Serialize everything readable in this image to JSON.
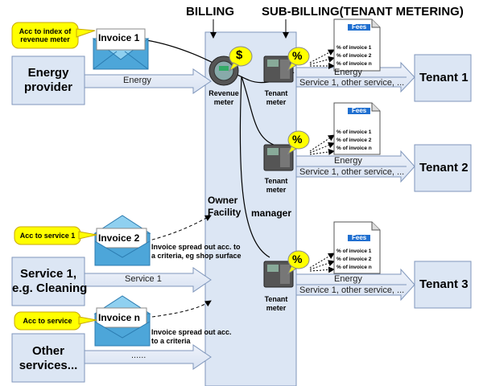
{
  "headers": {
    "billing": "BILLING",
    "sub_billing": "SUB-BILLING(TENANT METERING)"
  },
  "providers": {
    "energy": [
      "Energy",
      "provider"
    ],
    "service1": [
      "Service 1,",
      "e.g. Cleaning"
    ],
    "other": [
      "Other",
      "services..."
    ]
  },
  "flows": {
    "energy": "Energy",
    "service1": "Service 1",
    "other": "......"
  },
  "invoices": {
    "inv1": "Invoice 1",
    "inv2": "Invoice 2",
    "invn": "Invoice n"
  },
  "callouts": {
    "c1": [
      "Acc to index of",
      "revenue meter"
    ],
    "c2": "Acc to service 1",
    "c3": "Acc to service"
  },
  "notes": {
    "n2": [
      "Invoice spread out acc. to",
      "a criteria, eg shop surface"
    ],
    "nn": [
      "Invoice spread out acc.",
      "to a criteria"
    ]
  },
  "facility": {
    "revenue_meter": [
      "Revenue",
      "meter"
    ],
    "tenant_meter": [
      "Tenant",
      "meter"
    ],
    "owner": [
      "Owner",
      "Facility"
    ],
    "manager": "manager",
    "dollar": "$",
    "percent": "%"
  },
  "fees": {
    "title": "Fees",
    "pct": "%",
    "lines": [
      "of invoice 1",
      "of invoice 2",
      "of invoice n"
    ]
  },
  "tenant_flows": {
    "energy": "Energy",
    "services": "Service 1, other service, ..."
  },
  "tenants": [
    "Tenant 1",
    "Tenant 2",
    "Tenant 3"
  ],
  "colors": {
    "box_fill": "#dce6f4",
    "box_border": "#7f96bb",
    "callout": "#ffff00",
    "envelope": "#4da6d9",
    "fees_bar": "#1f6fd0"
  }
}
